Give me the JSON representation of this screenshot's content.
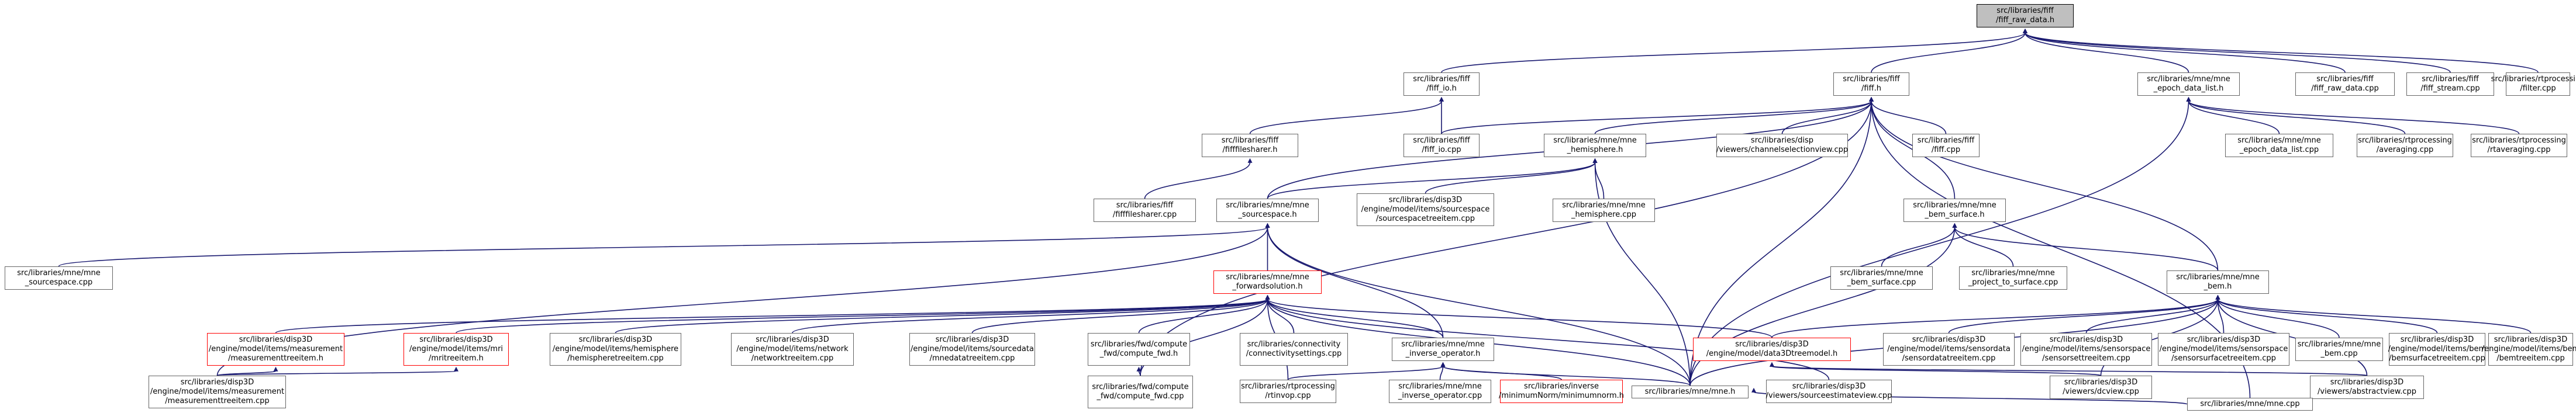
{
  "graph": {
    "edge_color": "#191970",
    "root_fill": "#bfbfbf",
    "highlight_border": "#ff0000",
    "nodes": {
      "fiff_raw_data_h": "src/libraries/fiff\n/fiff_raw_data.h",
      "fiff_io_h": "src/libraries/fiff\n/fiff_io.h",
      "fiff_h": "src/libraries/fiff\n/fiff.h",
      "epoch_data_list_h": "src/libraries/mne/mne\n_epoch_data_list.h",
      "fiff_raw_data_cpp": "src/libraries/fiff\n/fiff_raw_data.cpp",
      "fiff_stream_cpp": "src/libraries/fiff\n/fiff_stream.cpp",
      "filter_cpp": "src/libraries/rtprocessing\n/filter.cpp",
      "fifffilesharer_h": "src/libraries/fiff\n/fifffilesharer.h",
      "fiff_io_cpp": "src/libraries/fiff\n/fiff_io.cpp",
      "mne_hemisphere_h": "src/libraries/mne/mne\n_hemisphere.h",
      "channelselectionview_cpp": "src/libraries/disp\n/viewers/channelselectionview.cpp",
      "fiff_cpp": "src/libraries/fiff\n/fiff.cpp",
      "epoch_data_list_cpp": "src/libraries/mne/mne\n_epoch_data_list.cpp",
      "averaging_cpp": "src/libraries/rtprocessing\n/averaging.cpp",
      "rtaveraging_cpp": "src/libraries/rtprocessing\n/rtaveraging.cpp",
      "fifffilesharer_cpp": "src/libraries/fiff\n/fifffilesharer.cpp",
      "sourcespace_h": "src/libraries/mne/mne\n_sourcespace.h",
      "sourcespacetreeitem_cpp": "src/libraries/disp3D\n/engine/model/items/sourcespace\n/sourcespacetreeitem.cpp",
      "mne_hemisphere_cpp": "src/libraries/mne/mne\n_hemisphere.cpp",
      "bem_surface_h": "src/libraries/mne/mne\n_bem_surface.h",
      "mne_sourcespace_cpp": "src/libraries/mne/mne\n_sourcespace.cpp",
      "bem_surface_cpp": "src/libraries/mne/mne\n_bem_surface.cpp",
      "project_to_surface_cpp": "src/libraries/mne/mne\n_project_to_surface.cpp",
      "mne_bem_h": "src/libraries/mne/mne\n_bem.h",
      "forwardsolution_h": "src/libraries/mne/mne\n_forwardsolution.h",
      "measurementtreeitem_h": "src/libraries/disp3D\n/engine/model/items/measurement\n/measurementtreeitem.h",
      "mritreeitem_h": "src/libraries/disp3D\n/engine/model/items/mri\n/mritreeitem.h",
      "hemispheretreeitem_cpp": "src/libraries/disp3D\n/engine/model/items/hemisphere\n/hemispheretreeitem.cpp",
      "networktreeitem_cpp": "src/libraries/disp3D\n/engine/model/items/network\n/networktreeitem.cpp",
      "mnedatatreeitem_cpp": "src/libraries/disp3D\n/engine/model/items/sourcedata\n/mnedatatreeitem.cpp",
      "compute_fwd_h": "src/libraries/fwd/compute\n_fwd/compute_fwd.h",
      "connectivitysettings_cpp": "src/libraries/connectivity\n/connectivitysettings.cpp",
      "inverse_operator_h": "src/libraries/mne/mne\n_inverse_operator.h",
      "data3dtreemodel_h": "src/libraries/disp3D\n/engine/model/data3Dtreemodel.h",
      "sensordatatreeitem_cpp": "src/libraries/disp3D\n/engine/model/items/sensordata\n/sensordatatreeitem.cpp",
      "sensorsettreeitem_cpp": "src/libraries/disp3D\n/engine/model/items/sensorspace\n/sensorsettreeitem.cpp",
      "sensorsurfacetreeitem_cpp": "src/libraries/disp3D\n/engine/model/items/sensorspace\n/sensorsurfacetreeitem.cpp",
      "mne_bem_cpp": "src/libraries/mne/mne\n_bem.cpp",
      "bemsurfacetreeitem_cpp": "src/libraries/disp3D\n/engine/model/items/bem\n/bemsurfacetreeitem.cpp",
      "bemtreeitem_cpp": "src/libraries/disp3D\n/engine/model/items/bem\n/bemtreeitem.cpp",
      "measurementtreeitem_cpp": "src/libraries/disp3D\n/engine/model/items/measurement\n/measurementtreeitem.cpp",
      "compute_fwd_cpp": "src/libraries/fwd/compute\n_fwd/compute_fwd.cpp",
      "rtinvop_cpp": "src/libraries/rtprocessing\n/rtinvop.cpp",
      "inverse_operator_cpp": "src/libraries/mne/mne\n_inverse_operator.cpp",
      "minimumnorm_h": "src/libraries/inverse\n/minimumNorm/minimumnorm.h",
      "mne_h": "src/libraries/mne/mne.h",
      "sourceestimateview_cpp": "src/libraries/disp3D\n/viewers/sourceestimateview.cpp",
      "control3dview_cpp": "src/libraries/disp3D\n/viewers/dcview.cpp",
      "abstractview_cpp": "src/libraries/disp3D\n/viewers/abstractview.cpp",
      "mne_cpp": "src/libraries/mne/mne.cpp"
    }
  }
}
